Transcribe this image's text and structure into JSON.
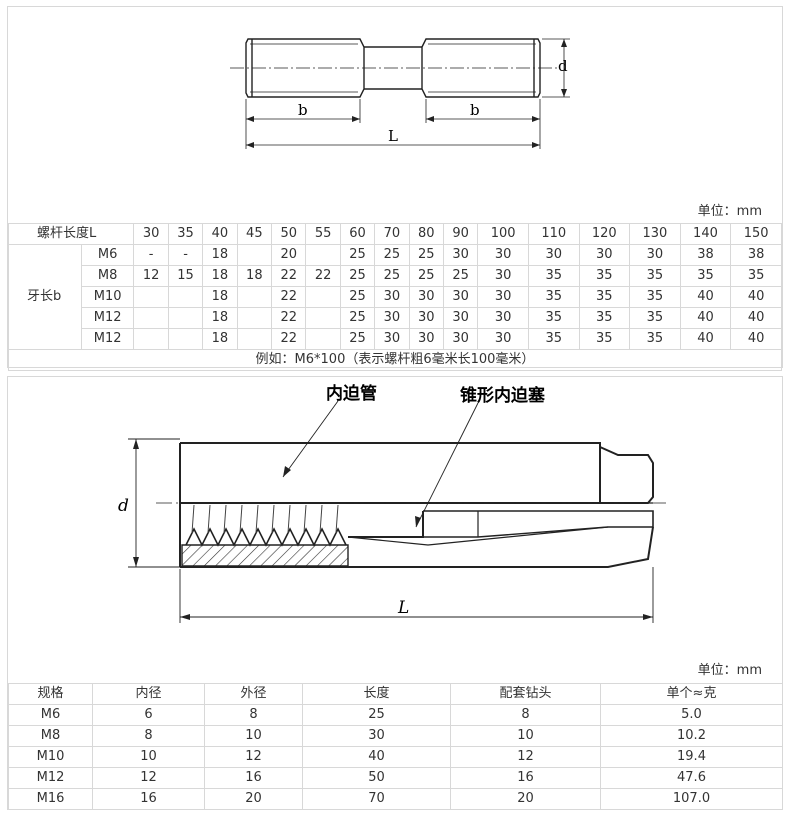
{
  "top": {
    "drawing_labels": {
      "b_left": "b",
      "b_right": "b",
      "L": "L",
      "d": "d"
    },
    "unit": "单位：mm",
    "length_label": "螺杆长度L",
    "lengths": [
      "30",
      "35",
      "40",
      "45",
      "50",
      "55",
      "60",
      "70",
      "80",
      "90",
      "100",
      "110",
      "120",
      "130",
      "140",
      "150"
    ],
    "group_label": "牙长b",
    "rows": [
      {
        "size": "M6",
        "values": [
          "-",
          "-",
          "18",
          "",
          "20",
          "",
          "25",
          "25",
          "25",
          "30",
          "30",
          "30",
          "30",
          "30",
          "38",
          "38"
        ]
      },
      {
        "size": "M8",
        "values": [
          "12",
          "15",
          "18",
          "18",
          "22",
          "22",
          "25",
          "25",
          "25",
          "25",
          "30",
          "35",
          "35",
          "35",
          "35",
          "35"
        ]
      },
      {
        "size": "M10",
        "values": [
          "",
          "",
          "18",
          "",
          "22",
          "",
          "25",
          "30",
          "30",
          "30",
          "30",
          "35",
          "35",
          "35",
          "40",
          "40"
        ]
      },
      {
        "size": "M12",
        "values": [
          "",
          "",
          "18",
          "",
          "22",
          "",
          "25",
          "30",
          "30",
          "30",
          "30",
          "35",
          "35",
          "35",
          "40",
          "40"
        ]
      },
      {
        "size": "M12",
        "values": [
          "",
          "",
          "18",
          "",
          "22",
          "",
          "25",
          "30",
          "30",
          "30",
          "30",
          "35",
          "35",
          "35",
          "40",
          "40"
        ]
      }
    ],
    "note": "例如：M6*100（表示螺杆粗6毫米长100毫米）"
  },
  "bottom": {
    "drawing_labels": {
      "inner_tube": "内迫管",
      "cone_plug": "锥形内迫塞",
      "d": "d",
      "L": "L"
    },
    "unit": "单位：mm",
    "headers": [
      "规格",
      "内径",
      "外径",
      "长度",
      "配套钻头",
      "单个≈克"
    ],
    "rows": [
      [
        "M6",
        "6",
        "8",
        "25",
        "8",
        "5.0"
      ],
      [
        "M8",
        "8",
        "10",
        "30",
        "10",
        "10.2"
      ],
      [
        "M10",
        "10",
        "12",
        "40",
        "12",
        "19.4"
      ],
      [
        "M12",
        "12",
        "16",
        "50",
        "16",
        "47.6"
      ],
      [
        "M16",
        "16",
        "20",
        "70",
        "20",
        "107.0"
      ]
    ]
  }
}
